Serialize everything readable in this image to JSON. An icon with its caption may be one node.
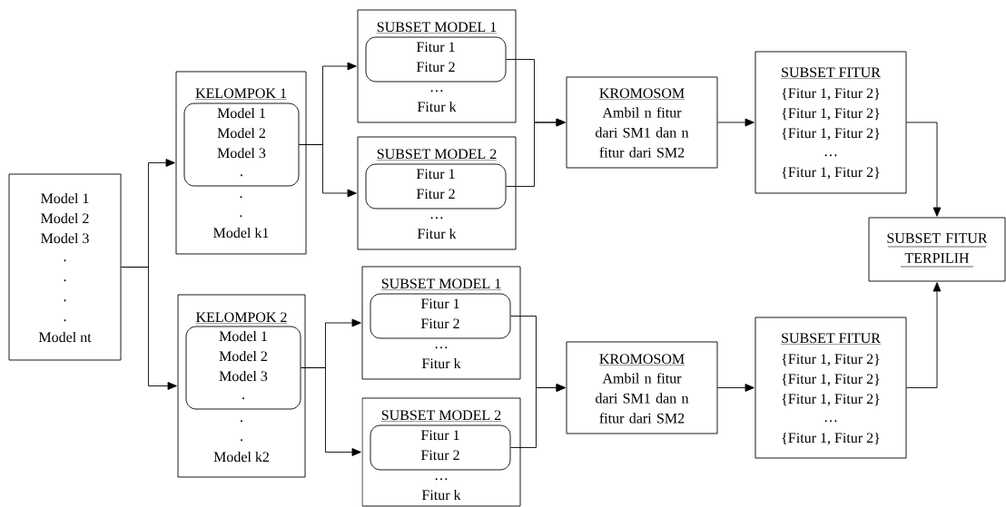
{
  "diagram": {
    "nodes": [
      {
        "text": [
          "Model 1",
          "Model 2",
          "Model 3",
          ".",
          ".",
          ".",
          ".",
          "Model nt"
        ]
      },
      {
        "text": [
          "KELOMPOK 1",
          ".",
          ".",
          "Model k1"
        ]
      },
      {
        "text": [
          "Model 1",
          "Model 2",
          "Model 3",
          "."
        ],
        "in": 1
      },
      {
        "text": [
          "SUBSET MODEL 1",
          "…",
          "Fitur k"
        ]
      },
      {
        "text": [
          "Fitur 1",
          "Fitur 2"
        ],
        "in": 3
      },
      {
        "text": [
          "SUBSET MODEL 2",
          "…",
          "Fitur k"
        ]
      },
      {
        "text": [
          "Fitur 1",
          "Fitur 2"
        ],
        "in": 5
      },
      {
        "text": [
          "KROMOSOM",
          "Ambil n fitur dari SM1 dan n fitur dari SM2"
        ]
      },
      {
        "text": [
          "SUBSET FITUR",
          "{Fitur 1, Fitur 2}",
          "{Fitur 1, Fitur 2}",
          "{Fitur 1, Fitur 2}",
          "…",
          "{Fitur 1, Fitur 2}"
        ]
      },
      {
        "text": [
          "SUBSET FITUR TERPILIH"
        ]
      },
      {
        "text": [
          "KELOMPOK 2",
          ".",
          ".",
          "Model k2"
        ]
      },
      {
        "text": [
          "Model 1",
          "Model 2",
          "Model 3",
          "."
        ],
        "in": 10
      },
      {
        "text": [
          "SUBSET MODEL 1",
          "…",
          "Fitur k"
        ]
      },
      {
        "text": [
          "Fitur 1",
          "Fitur 2"
        ],
        "in": 12
      },
      {
        "text": [
          "SUBSET MODEL 2",
          "…",
          "Fitur k"
        ]
      },
      {
        "text": [
          "Fitur 1",
          "Fitur 2"
        ],
        "in": 14
      },
      {
        "text": [
          "KROMOSOM",
          "Ambil n fitur dari SM1 dan n fitur dari SM2"
        ]
      },
      {
        "text": [
          "SUBSET FITUR",
          "{Fitur 1, Fitur 2}",
          "{Fitur 1, Fitur 2}",
          "{Fitur 1, Fitur 2}",
          "…",
          "{Fitur 1, Fitur 2}"
        ]
      }
    ],
    "edges": [
      {
        "from": 0,
        "to": 1,
        "arrow": "to"
      },
      {
        "from": 0,
        "to": 10,
        "arrow": "to"
      },
      {
        "from": 2,
        "to": 3,
        "arrow": "to"
      },
      {
        "from": 2,
        "to": 5,
        "arrow": "to"
      },
      {
        "from": 4,
        "to": 7,
        "arrow": "to"
      },
      {
        "from": 6,
        "to": 7,
        "arrow": "to"
      },
      {
        "from": 7,
        "to": 8,
        "arrow": "to"
      },
      {
        "from": 8,
        "to": 9,
        "arrow": "to"
      },
      {
        "from": 11,
        "to": 12,
        "arrow": "to"
      },
      {
        "from": 11,
        "to": 14,
        "arrow": "to"
      },
      {
        "from": 13,
        "to": 16,
        "arrow": "to"
      },
      {
        "from": 15,
        "to": 16,
        "arrow": "to"
      },
      {
        "from": 16,
        "to": 17,
        "arrow": "to"
      },
      {
        "from": 17,
        "to": 9,
        "arrow": "to"
      }
    ]
  }
}
